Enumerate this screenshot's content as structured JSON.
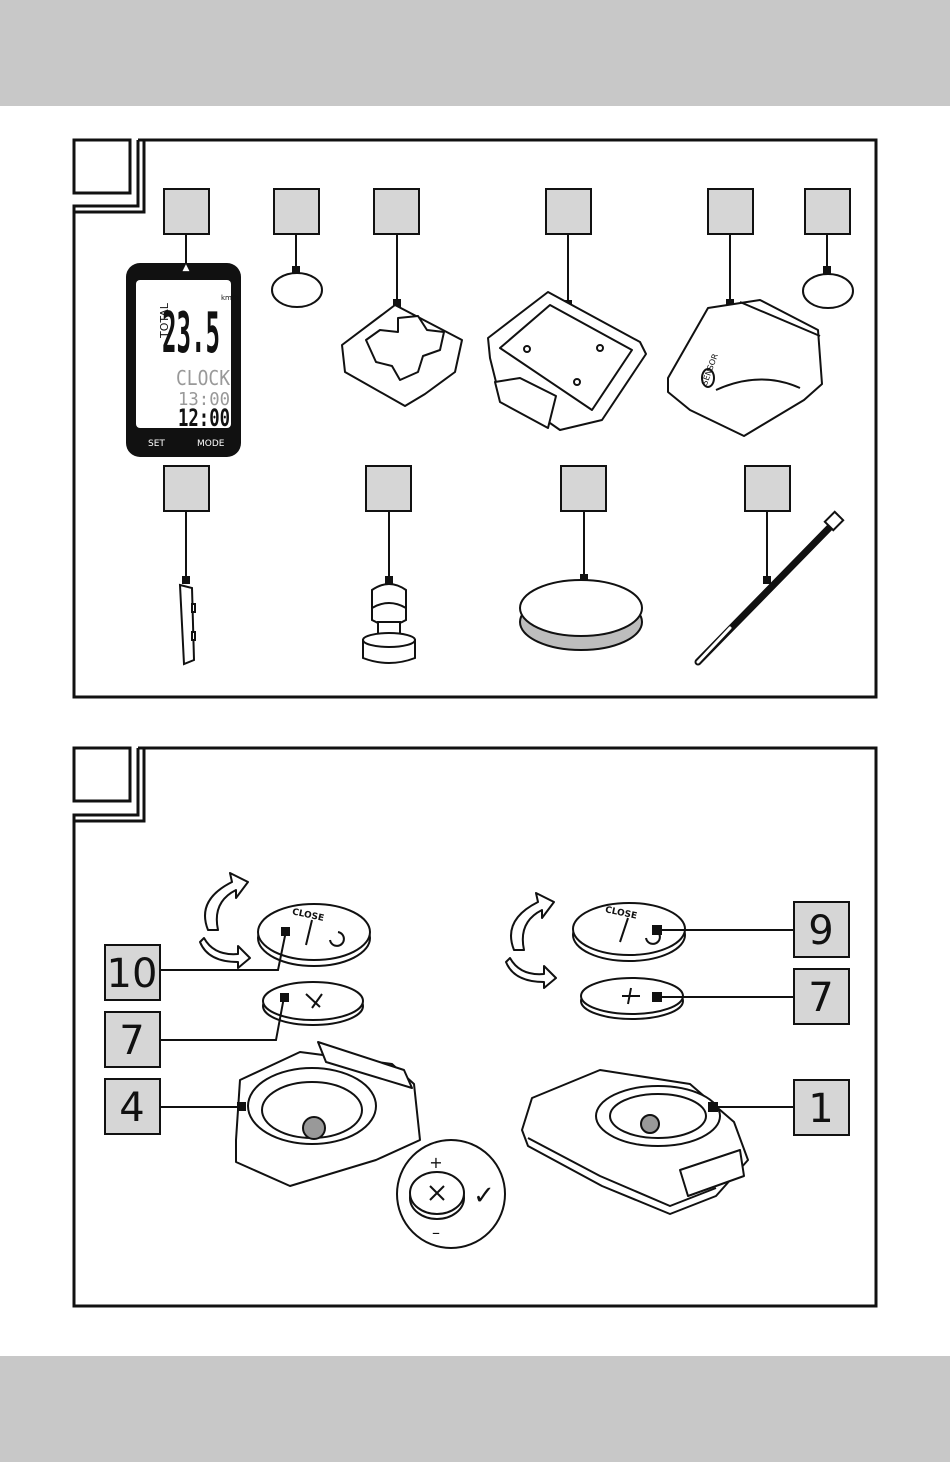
{
  "figure_a": {
    "top_row_boxes": [
      "",
      "",
      "",
      "",
      "",
      ""
    ],
    "bottom_row_boxes": [
      "",
      "",
      "",
      ""
    ],
    "computer_display": {
      "speed": "23.5",
      "speed_unit": "km/h",
      "side_label": "TOTAL",
      "mode_text": "CLOCK",
      "time_top": "13:00",
      "time_bottom": "12:00",
      "button_left": "SET",
      "button_right": "MODE"
    },
    "sensor_label": "SENSOR"
  },
  "figure_b": {
    "labels": {
      "left_cover": "10",
      "left_battery": "7",
      "left_base": "4",
      "right_cover": "9",
      "right_battery": "7",
      "right_base": "1"
    },
    "cover_text": "CLOSE",
    "polarity_plus": "+",
    "polarity_minus": "–",
    "check_symbol": "✓"
  }
}
